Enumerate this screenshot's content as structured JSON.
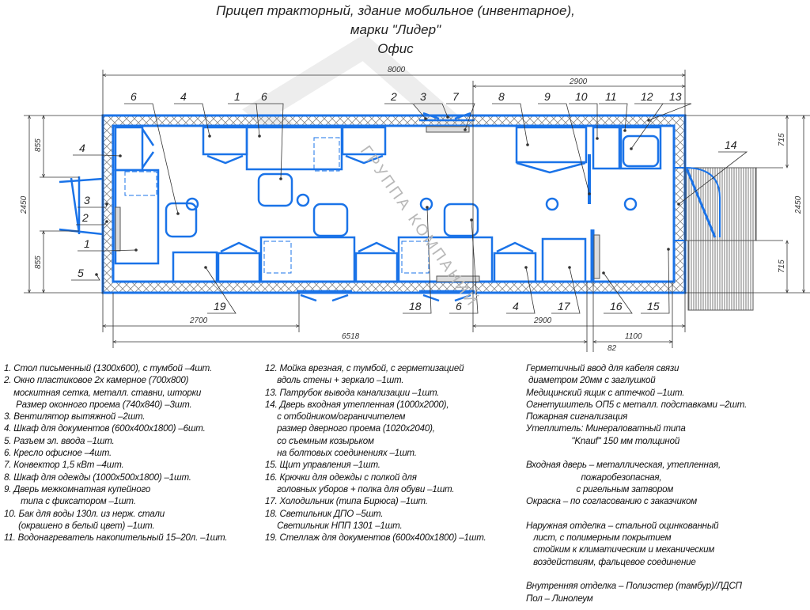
{
  "title": {
    "line1": "Прицеп тракторный, здание мобильное (инвентарное),",
    "line2": "марки \"Лидер\"",
    "line3": "Офис"
  },
  "watermark": "ГРУППА КОМПАНИЙ",
  "colors": {
    "plan": "#1a73e8",
    "line": "#333333"
  },
  "dimensions": {
    "overall_length": "8000",
    "right_section_top": "2900",
    "width_left": "2450",
    "left_upper": "855",
    "left_lower": "855",
    "width_right": "2450",
    "right_upper": "715",
    "right_lower": "715",
    "bottom_left": "2700",
    "bottom_right": "2900",
    "inner_length": "6518",
    "tambour": "1100",
    "partition": "82"
  },
  "callouts": [
    "6",
    "4",
    "1",
    "6",
    "2",
    "3",
    "7",
    "8",
    "9",
    "10",
    "11",
    "12",
    "13",
    "14",
    "4",
    "3",
    "2",
    "1",
    "5",
    "19",
    "18",
    "6",
    "4",
    "17",
    "16",
    "15"
  ],
  "legend": {
    "col1": [
      "1. Стол письменный (1300x600), с тумбой –4шт.",
      "2. Окно пластиковое 2х камерное (700x800)",
      "    москитная сетка, металл. ставни, шторки",
      "     Размер оконного проема (740x840) –3шт.",
      "3. Вентилятор вытяжной –2шт.",
      "4. Шкаф для документов (600x400x1800) –6шт.",
      "5. Разъем эл. ввода –1шт.",
      "6. Кресло офисное –4шт.",
      "7. Конвектор 1,5 кВт –4шт.",
      "8. Шкаф для одежды (1000x500x1800) –1шт.",
      "9. Дверь межкомнатная купейного",
      "       типа с фиксатором –1шт.",
      "10. Бак для воды 130л. из нерж. стали",
      "      (окрашено в белый цвет) –1шт.",
      "11. Водонагреватель накопительный 15–20л. –1шт."
    ],
    "col2": [
      "12. Мойка врезная, с тумбой, с герметизацией",
      "     вдоль стены + зеркало –1шт.",
      "13. Патрубок вывода канализации –1шт.",
      "14. Дверь входная утепленная (1000x2000),",
      "     с отбойником/ограничителем",
      "     размер дверного проема (1020x2040),",
      "     со съемным козырьком",
      "     на болтовых соединениях –1шт.",
      "15. Щит управления –1шт.",
      "16. Крючки для одежды с полкой для",
      "     головных уборов + полка для обуви –1шт.",
      "17. Холодильник (типа Бирюса) –1шт.",
      "18. Светильник ДПО –5шт.",
      "     Светильник НПП 1301 –1шт.",
      "19. Стеллаж для документов (600x400x1800) –1шт."
    ],
    "col3": [
      "Герметичный ввод для кабеля связи",
      " диаметром 20мм с заглушкой",
      "Медицинский ящик с аптечкой –1шт.",
      "Огнетушитель ОП5 с металл. подставками –2шт.",
      "Пожарная сигнализация",
      "Утеплитель: Минераловатный типа",
      "                   \"Knauf\" 150 мм толщиной",
      "",
      "Входная дверь – металлическая, утепленная,",
      "                       пожаробезопасная,",
      "                     с ригельным затвором",
      "Окраска – по согласованию с заказчиком",
      "",
      "Наружная отделка – стальной оцинкованный",
      "   лист, с полимерным покрытием",
      "   стойким к климатическим и механическим",
      "   воздействиям, фальцевое соединение",
      "",
      "Внутренняя отделка – Полиэстер (тамбур)/ЛДСП",
      "Пол – Линолеум"
    ]
  }
}
